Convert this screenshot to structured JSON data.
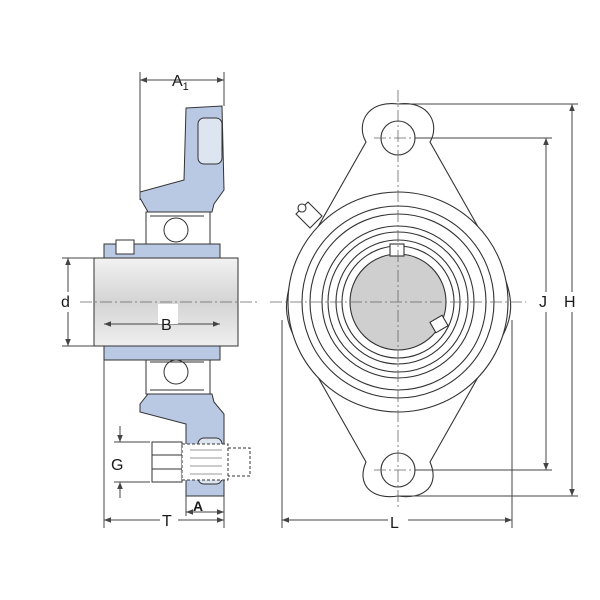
{
  "colors": {
    "housing": "#b9c9e3",
    "housing_dark": "#9fb3d3",
    "shaft": "#dcdcdc",
    "bore": "#cfcfcf",
    "line": "#333333",
    "dim": "#444444",
    "centerline": "#666666"
  },
  "labels": {
    "A1_main": "A",
    "A1_sub": "1",
    "d": "d",
    "B": "B",
    "G": "G",
    "T": "T",
    "A": "A",
    "L": "L",
    "J": "J",
    "H": "H"
  }
}
